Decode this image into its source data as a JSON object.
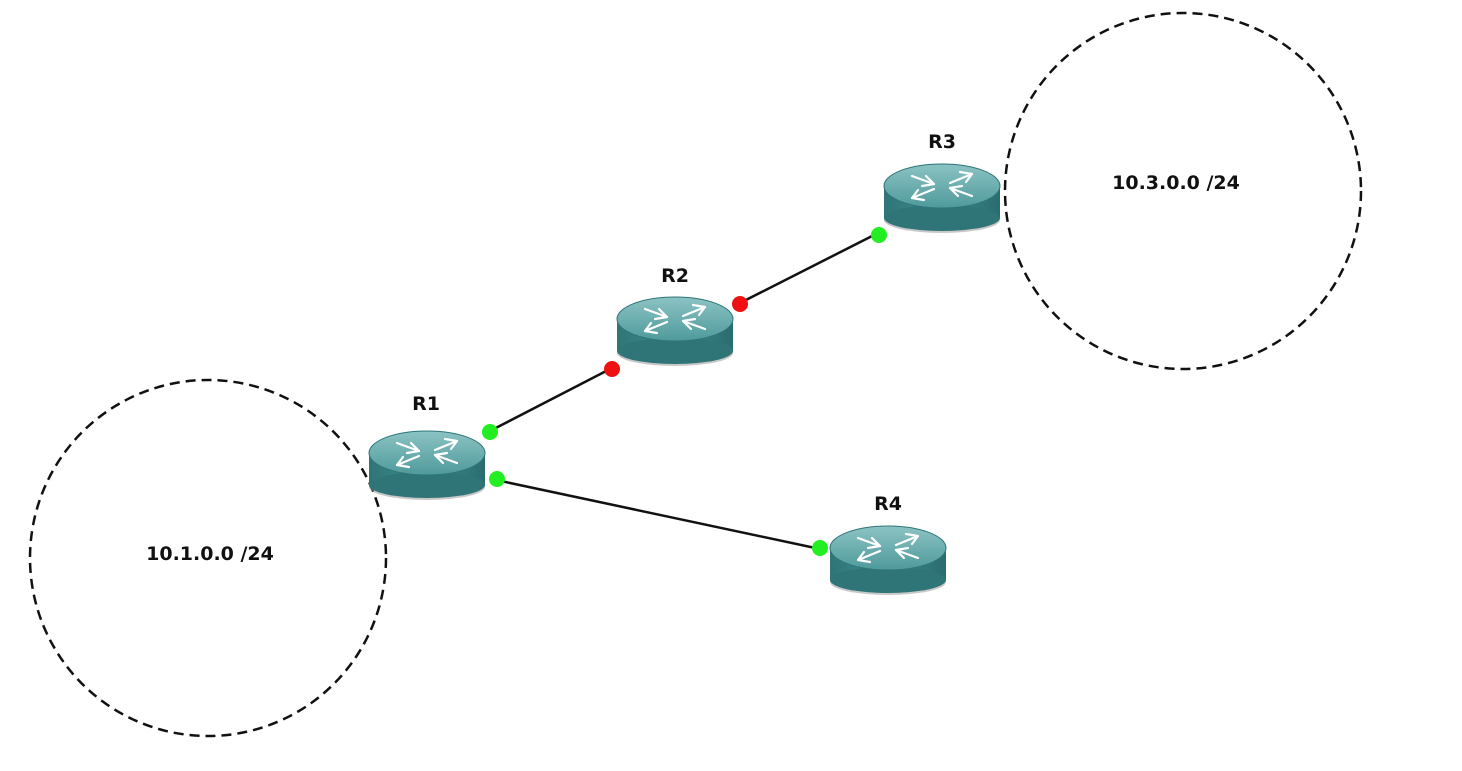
{
  "routers": [
    {
      "id": "R1",
      "label": "R1"
    },
    {
      "id": "R2",
      "label": "R2"
    },
    {
      "id": "R3",
      "label": "R3"
    },
    {
      "id": "R4",
      "label": "R4"
    }
  ],
  "networks": [
    {
      "id": "net1",
      "label": "10.1.0.0 /24"
    },
    {
      "id": "net3",
      "label": "10.3.0.0 /24"
    }
  ],
  "links": [
    {
      "from": "R1",
      "to": "R2",
      "from_status": "up",
      "to_status": "down"
    },
    {
      "from": "R2",
      "to": "R3",
      "from_status": "down",
      "to_status": "up"
    },
    {
      "from": "R1",
      "to": "R4",
      "from_status": "up",
      "to_status": "up"
    }
  ],
  "colors": {
    "router_body": "#3e8a8c",
    "router_top": "#5aa3a5",
    "link_up": "#22ee22",
    "link_down": "#ee1111",
    "link_line": "#111111",
    "network_outline": "#111111"
  },
  "icon": "router-icon"
}
